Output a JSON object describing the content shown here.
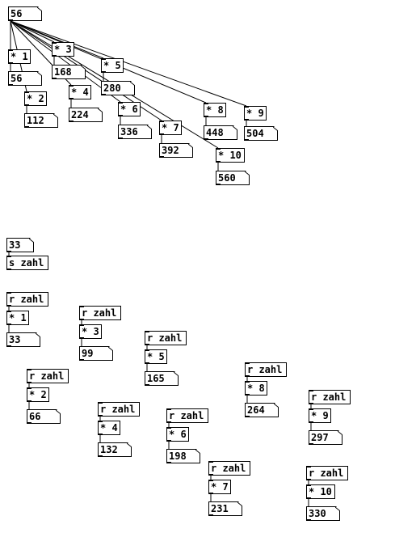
{
  "colors": {
    "background": "#ffffff",
    "stroke": "#000000"
  },
  "section1": {
    "source_number": "56",
    "multipliers": [
      {
        "label": "* 1",
        "result": "56"
      },
      {
        "label": "* 2",
        "result": "112"
      },
      {
        "label": "* 3",
        "result": "168"
      },
      {
        "label": "* 4",
        "result": "224"
      },
      {
        "label": "* 5",
        "result": "280"
      },
      {
        "label": "* 6",
        "result": "336"
      },
      {
        "label": "* 7",
        "result": "392"
      },
      {
        "label": "* 8",
        "result": "448"
      },
      {
        "label": "* 9",
        "result": "504"
      },
      {
        "label": "* 10",
        "result": "560"
      }
    ]
  },
  "section2": {
    "source_number": "33",
    "send_label": "s zahl",
    "receive_label": "r zahl",
    "multipliers": [
      {
        "label": "* 1",
        "result": "33"
      },
      {
        "label": "* 2",
        "result": "66"
      },
      {
        "label": "* 3",
        "result": "99"
      },
      {
        "label": "* 4",
        "result": "132"
      },
      {
        "label": "* 5",
        "result": "165"
      },
      {
        "label": "* 6",
        "result": "198"
      },
      {
        "label": "* 7",
        "result": "231"
      },
      {
        "label": "* 8",
        "result": "264"
      },
      {
        "label": "* 9",
        "result": "297"
      },
      {
        "label": "* 10",
        "result": "330"
      }
    ]
  }
}
